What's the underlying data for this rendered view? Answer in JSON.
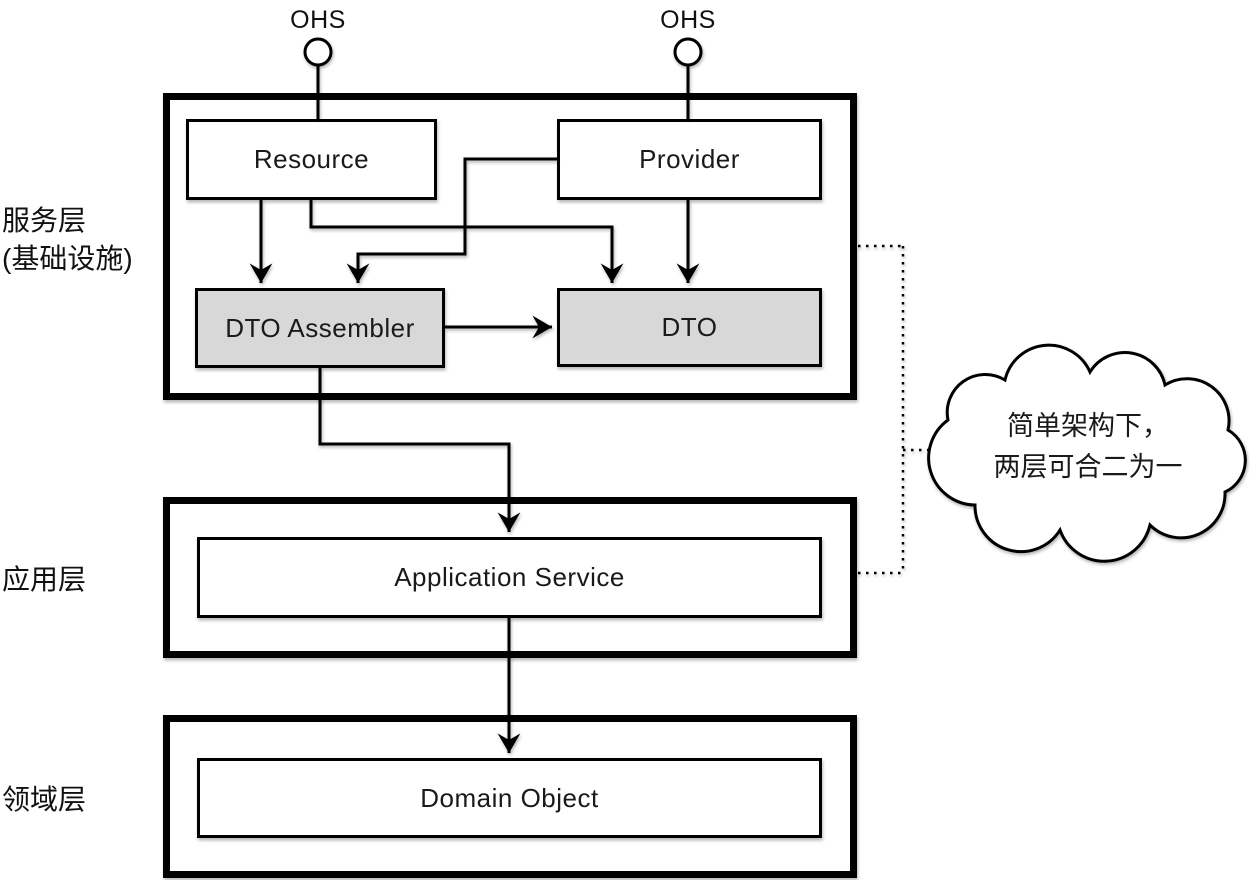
{
  "diagram": {
    "title_semantics": "DDD layered architecture with DTO flow",
    "interfaces": {
      "left_label": "OHS",
      "right_label": "OHS"
    },
    "layers": {
      "service_label": "服务层\n(基础设施)",
      "application_label": "应用层",
      "domain_label": "领域层"
    },
    "boxes": {
      "resource": "Resource",
      "provider": "Provider",
      "dto_assembler": "DTO Assembler",
      "dto": "DTO",
      "application_service": "Application Service",
      "domain_object": "Domain Object"
    },
    "cloud": {
      "line1": "简单架构下，",
      "line2": "两层可合二为一"
    },
    "colors": {
      "gray_box_fill": "#d8d8d8",
      "stroke": "#000000",
      "background": "#ffffff"
    }
  }
}
